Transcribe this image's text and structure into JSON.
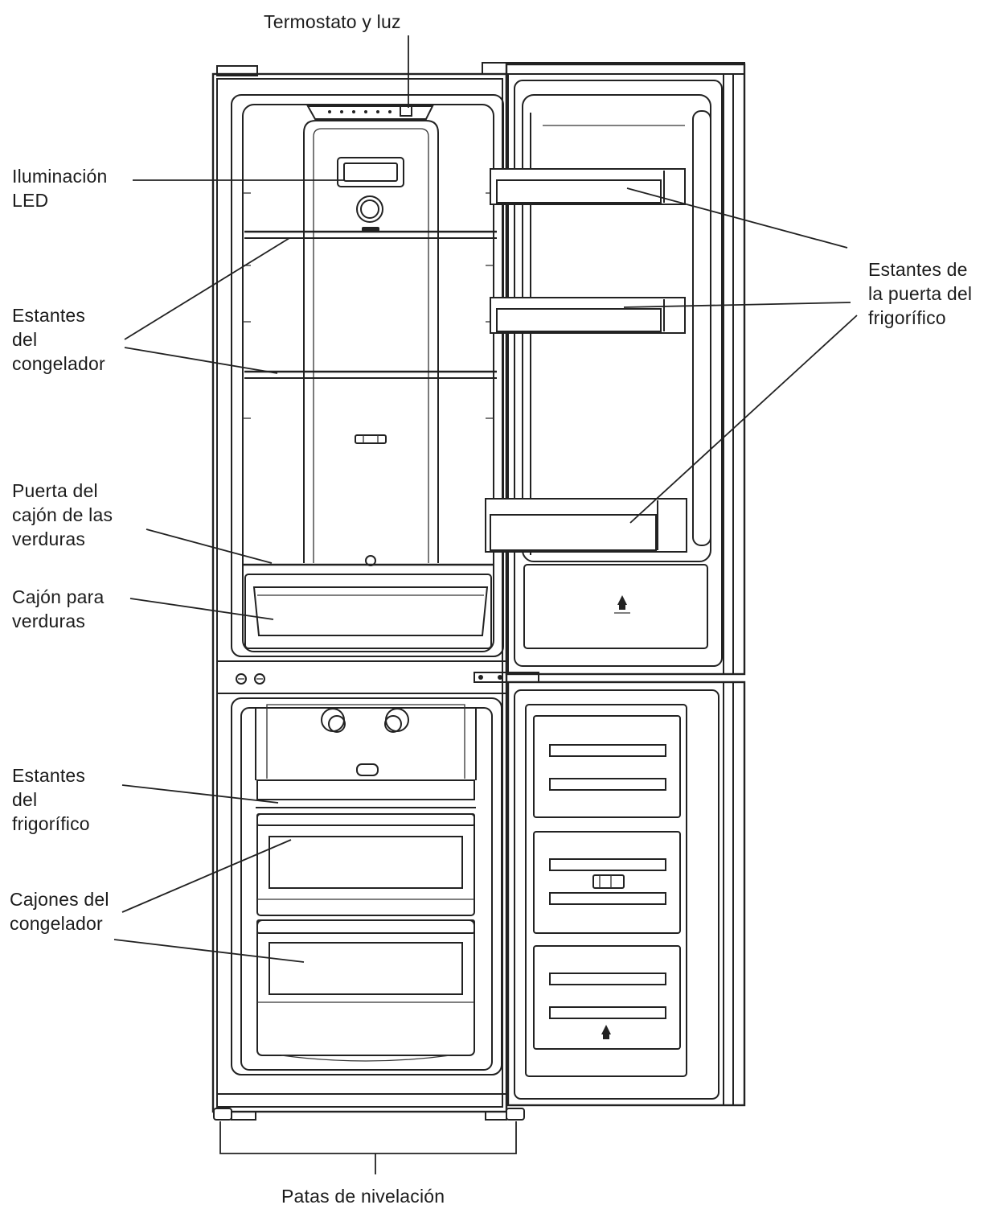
{
  "labels": {
    "thermostat": "Termostato y luz",
    "led_light": "Iluminación\nLED",
    "freezer_shelves": "Estantes\ndel\ncongelador",
    "crisper_door": "Puerta del\ncajón de las\nverduras",
    "crisper": "Cajón para\nverduras",
    "fridge_shelves": "Estantes\ndel\nfrigorífico",
    "freezer_drawers": "Cajones del\ncongelador",
    "door_shelves": "Estantes de\nla puerta del\nfrigorífico",
    "leveling_feet": "Patas de nivelación"
  }
}
